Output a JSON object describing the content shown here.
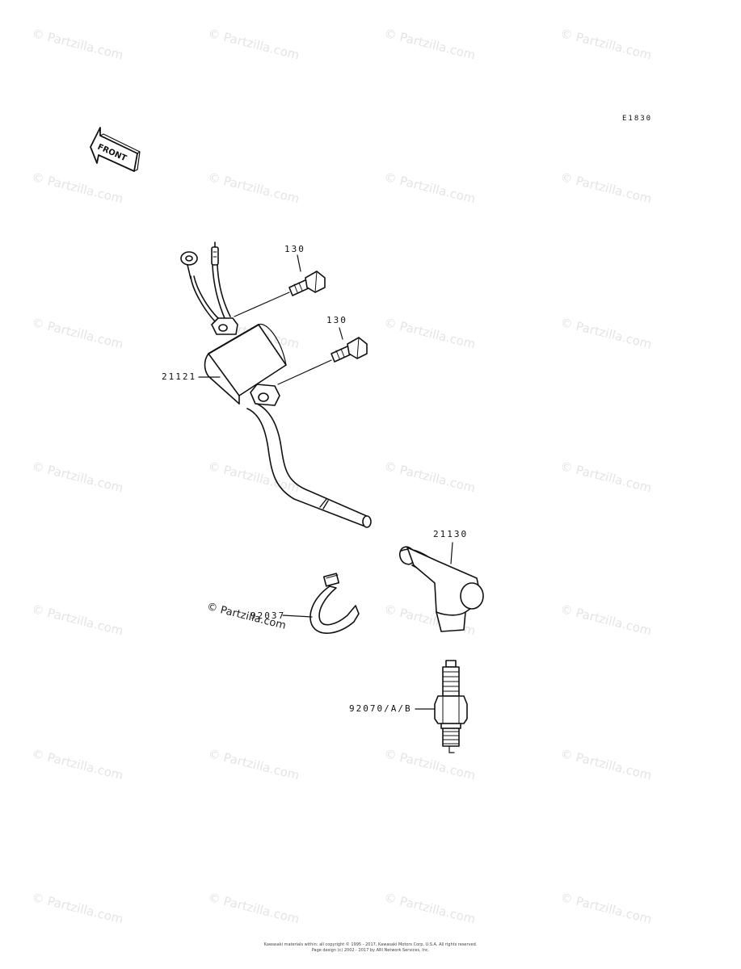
{
  "header": {
    "ref_code": "E1830",
    "front_arrow_text": "FRONT"
  },
  "callouts": {
    "bolt_upper": "130",
    "bolt_lower": "130",
    "ignition_coil": "21121",
    "plug_cap": "21130",
    "band": "92037",
    "spark_plug": "92070/A/B"
  },
  "watermark": {
    "text": "© Partzilla.com",
    "copyright_mark": "© Partzilla.com"
  },
  "footer": {
    "line1": "Kawasaki materials within: all copyright © 1995 - 2017, Kawasaki Motors Corp, U.S.A.  All rights reserved.",
    "line2": "Page design (c) 2002 - 2017 by ARI Network Services, Inc."
  },
  "colors": {
    "line": "#111111",
    "watermark": "#e4e4e4",
    "background": "#ffffff"
  }
}
